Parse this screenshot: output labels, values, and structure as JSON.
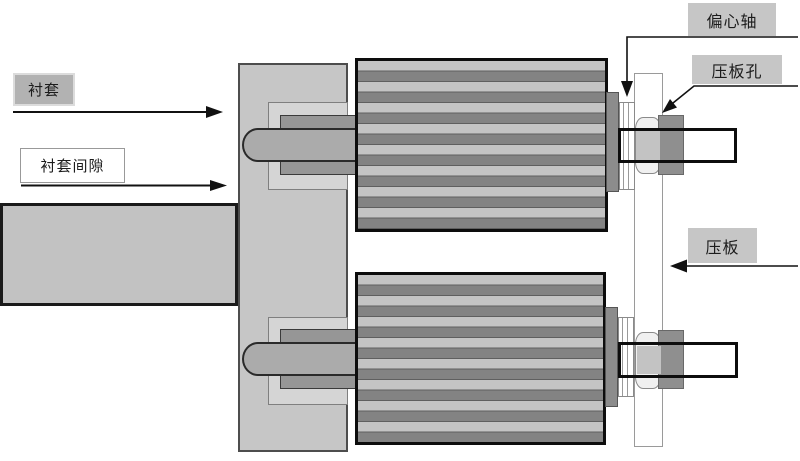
{
  "diagram": {
    "labels": {
      "bushing": "衬套",
      "bushing_clearance": "衬套间隙",
      "eccentric_shaft": "偏心轴",
      "plate_hole": "压板孔",
      "pressure_plate": "压板"
    },
    "colors": {
      "background": "#ffffff",
      "outline_black": "#0d0d0d",
      "metal_light": "#c6c6c6",
      "metal_bracket": "#d5d5d5",
      "metal_sleeve": "#969696",
      "metal_bolt": "#ababab",
      "metal_cap": "#8c8c8c",
      "metal_block": "#8f8f8f",
      "roller_stripe_light": "#c4c4c4",
      "roller_stripe_dark": "#838383",
      "label_gray_fill": "#c6c6c6",
      "label_dark_fill": "#b2b2b2",
      "label_white_fill": "#ffffff",
      "label_text": "#1c1c1c"
    }
  }
}
